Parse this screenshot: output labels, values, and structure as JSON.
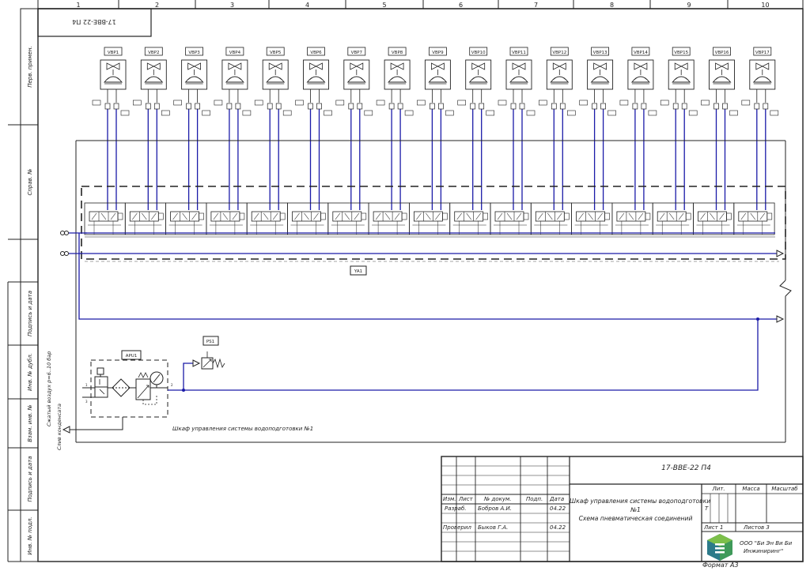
{
  "doc_code": "17-BBE-22 П4",
  "doc_code_rotated": "17-BBE-22 П4",
  "zones": [
    "1",
    "2",
    "3",
    "4",
    "5",
    "6",
    "7",
    "8",
    "9",
    "10"
  ],
  "side_labels": [
    "Перв. примен.",
    "Справ. №",
    "Подпись и дата",
    "Инв. № дубл.",
    "Взам. инв. №",
    "Подпись и дата",
    "Инв. № подл."
  ],
  "valves": [
    "VBP1",
    "VBP2",
    "VBP3",
    "VBP4",
    "VBP5",
    "VBP6",
    "VBP7",
    "VBP8",
    "VBP9",
    "VBP10",
    "VBP11",
    "VBP12",
    "VBP13",
    "VBP14",
    "VBP15",
    "VBP16",
    "VBP17"
  ],
  "apu_label": "APU1",
  "ps_label": "PS1",
  "manifold_label": "YA1",
  "supply_text": "Сжатый воздух p=6..10 бар",
  "drain_text": "Слив конденсата",
  "cabinet_caption": "Шкаф управления системы водоподготовки №1",
  "title_block": {
    "code": "17-BBE-22 П4",
    "title_line1": "Шкаф управления системы водоподготовки",
    "title_line2": "№1",
    "title_line3": "Схема пневматическая соединений",
    "hdr_izm": "Изм.",
    "hdr_list": "Лист",
    "hdr_doc": "№ докум.",
    "hdr_podp": "Подп.",
    "hdr_data": "Дата",
    "row1_role": "Разраб.",
    "row1_name": "Бобров А.И.",
    "row1_date": "04.22",
    "row2_role": "Проверил",
    "row2_name": "Быков Г.А.",
    "row2_date": "04.22",
    "lit_header": "Лит.",
    "mass_header": "Масса",
    "scale_header": "Масштаб",
    "lit_value": "Т",
    "sheet": "Лист 1",
    "sheets": "Листов 3",
    "company_line1": "ООО \"Би Эн Ви Би",
    "company_line2": "Инжиниринг\""
  },
  "format": "Формат А3",
  "colors": {
    "line": "#222222",
    "blue": "#1a1aa8",
    "grey": "#8a8a8a",
    "logo_green": "#5a9a3a",
    "logo_teal": "#2c7a8a"
  }
}
